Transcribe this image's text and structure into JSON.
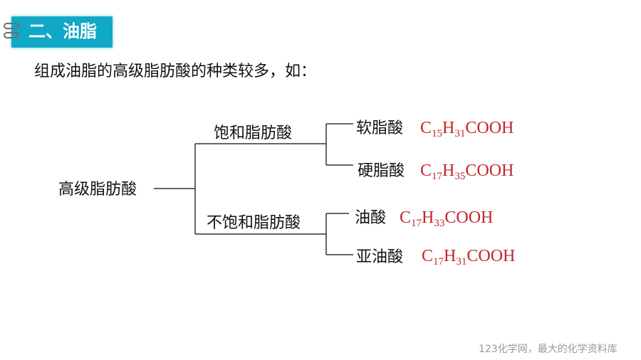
{
  "section": {
    "title": "二、油脂"
  },
  "intro": "组成油脂的高级脂肪酸的种类较多，如：",
  "tree": {
    "root": "高级脂肪酸",
    "branches": [
      {
        "label": "饱和脂肪酸",
        "items": [
          {
            "name": "软脂酸",
            "formula": {
              "c": "15",
              "h": "31",
              "tail": "COOH"
            }
          },
          {
            "name": "硬脂酸",
            "formula": {
              "c": "17",
              "h": "35",
              "tail": "COOH"
            }
          }
        ]
      },
      {
        "label": "不饱和脂肪酸",
        "items": [
          {
            "name": "油酸",
            "formula": {
              "c": "17",
              "h": "33",
              "tail": "COOH"
            }
          },
          {
            "name": "亚油酸",
            "formula": {
              "c": "17",
              "h": "31",
              "tail": "COOH"
            }
          }
        ]
      }
    ]
  },
  "footer": "123化学网，最大的化学资料库",
  "colors": {
    "tab": "#11a8c8",
    "formula": "#c0262c",
    "line": "#333333",
    "footer": "#9a9a9a"
  }
}
